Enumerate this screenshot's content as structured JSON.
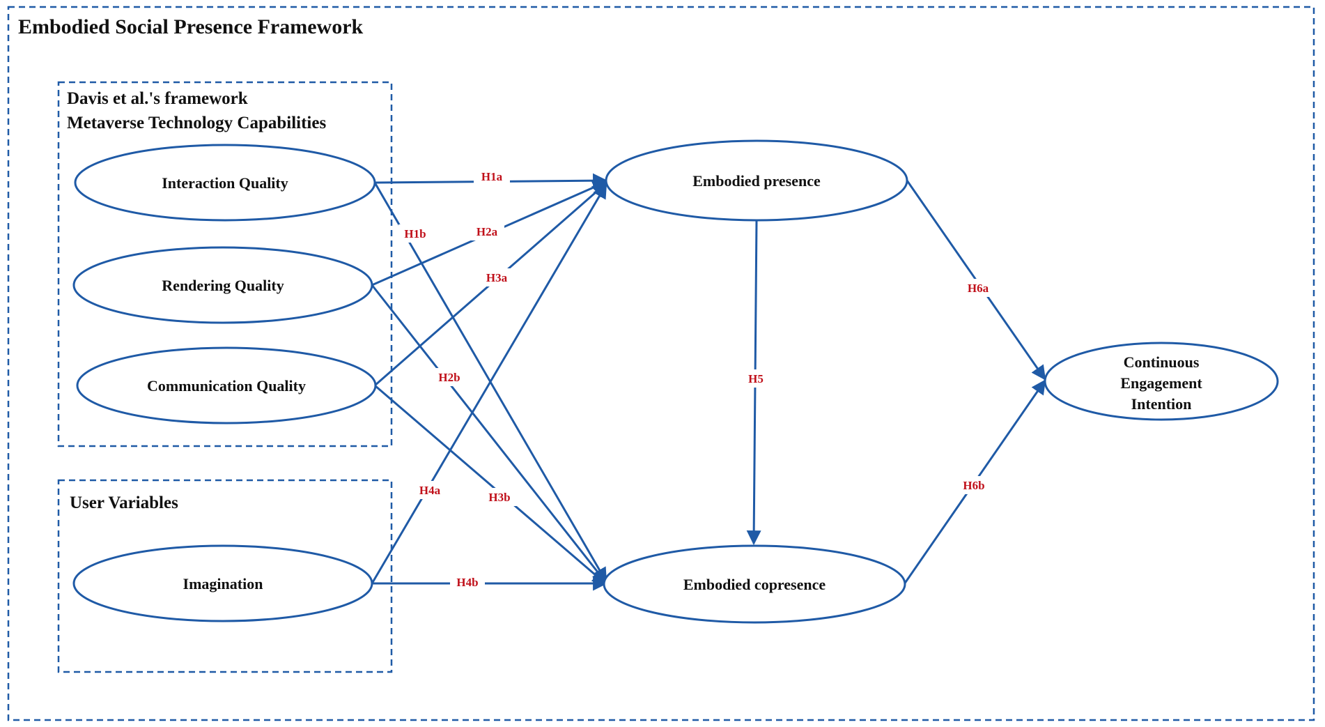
{
  "frame": {
    "title": "Embodied Social Presence Framework"
  },
  "groups": {
    "capabilities": {
      "title_line1": "Davis et al.'s framework",
      "title_line2": "Metaverse Technology Capabilities"
    },
    "user": {
      "title": "User Variables"
    }
  },
  "nodes": {
    "interaction": {
      "label": "Interaction Quality"
    },
    "rendering": {
      "label": "Rendering Quality"
    },
    "communication": {
      "label": "Communication Quality"
    },
    "imagination": {
      "label": "Imagination"
    },
    "presence": {
      "label": "Embodied presence"
    },
    "copresence": {
      "label": "Embodied copresence"
    },
    "engagement": {
      "line1": "Continuous",
      "line2": "Engagement",
      "line3": "Intention"
    }
  },
  "edges": {
    "h1a": {
      "label": "H1a"
    },
    "h1b": {
      "label": "H1b"
    },
    "h2a": {
      "label": "H2a"
    },
    "h2b": {
      "label": "H2b"
    },
    "h3a": {
      "label": "H3a"
    },
    "h3b": {
      "label": "H3b"
    },
    "h4a": {
      "label": "H4a"
    },
    "h4b": {
      "label": "H4b"
    },
    "h5": {
      "label": "H5"
    },
    "h6a": {
      "label": "H6a"
    },
    "h6b": {
      "label": "H6b"
    }
  },
  "colors": {
    "stroke": "#1f5aa6",
    "label": "#c0101a",
    "text": "#111111"
  }
}
